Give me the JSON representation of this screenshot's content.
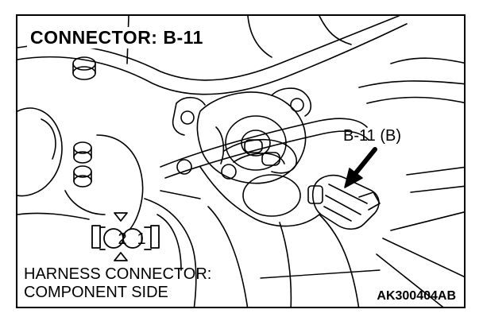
{
  "title": "CONNECTOR: B-11",
  "callout_label": "B-11 (B)",
  "harness_label": {
    "line1": "HARNESS CONNECTOR:",
    "line2": "COMPONENT SIDE"
  },
  "connector_pins": [
    "2",
    "1"
  ],
  "figure_code": "AK300404AB",
  "icons": {
    "arrow": "arrow-down-left-icon",
    "connector": "two-pin-connector-icon"
  },
  "colors": {
    "line": "#000000",
    "background": "#ffffff"
  }
}
